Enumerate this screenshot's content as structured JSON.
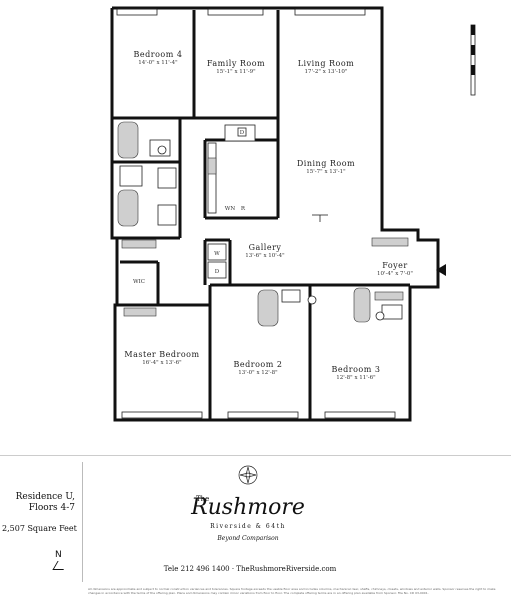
{
  "rooms": [
    {
      "name": "Bedroom 4",
      "dims": "14'-0\" x 11'-4\""
    },
    {
      "name": "Family Room",
      "dims": "15'-1\" x 11'-9\""
    },
    {
      "name": "Living Room",
      "dims": "17'-2\" x 13'-10\""
    },
    {
      "name": "Dining Room",
      "dims": "15'-7\" x 13'-1\""
    },
    {
      "name": "Gallery",
      "dims": "13'-6\" x 10'-4\""
    },
    {
      "name": "Foyer",
      "dims": "10'-4\" x 7'-0\""
    },
    {
      "name": "Master Bedroom",
      "dims": "16'-4\" x 13'-6\""
    },
    {
      "name": "Bedroom 2",
      "dims": "13'-0\" x 12'-8\""
    },
    {
      "name": "Bedroom 3",
      "dims": "12'-8\" x 11'-6\""
    }
  ],
  "labels": {
    "wic": "WIC",
    "w": "W",
    "d": "D",
    "wn": "WN",
    "r": "R"
  },
  "residence": {
    "line1": "Residence U,",
    "line2": "Floors 4-7",
    "sqft": "2,507 Square Feet"
  },
  "logo": {
    "the": "The",
    "name": "Rushmore",
    "sub": "Riverside & 64th",
    "tagline": "Beyond Comparison"
  },
  "compass": "N",
  "contact": "Tele 212 496 1400 · TheRushmoreRiverside.com",
  "disclaimer": "All dimensions are approximate and subject to normal construction variances and tolerances. Square footage exceeds the usable floor area and includes columns, mechanical riser, shafts, chimneys, closets, windows and exterior walls. Sponsor reserves the right to make changes in accordance with the terms of the offering plan. Plans and dimensions may contain minor variations from floor to floor. The complete offering terms are in an offering plan available from Sponsor. File No. CD 03-0001."
}
